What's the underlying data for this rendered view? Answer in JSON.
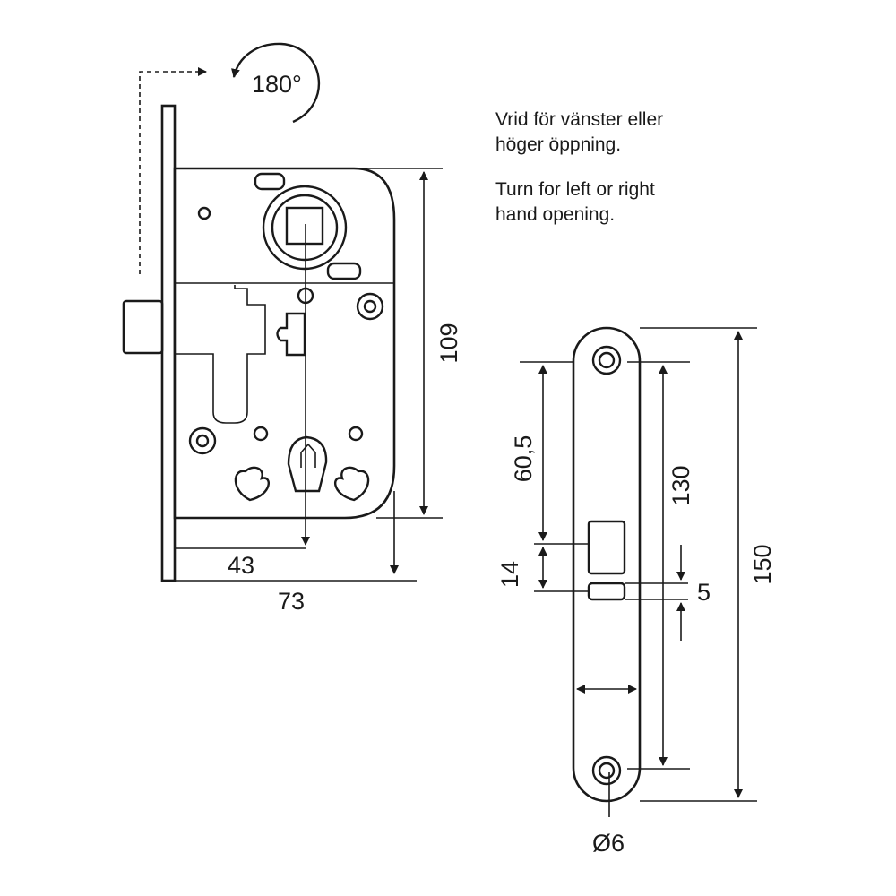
{
  "notes": {
    "swedish": "Vrid för vänster eller\nhöger öppning.",
    "english": "Turn for left or right\nhand opening."
  },
  "rotation_label": "180°",
  "dimensions": {
    "lock_height": "109",
    "backset": "43",
    "case_depth": "73",
    "follower_to_keyhole": "60,5",
    "latch_height": "14",
    "deadbolt_height": "5",
    "screw_spacing": "130",
    "faceplate_length": "150",
    "screw_hole_diameter": "Ø6"
  }
}
